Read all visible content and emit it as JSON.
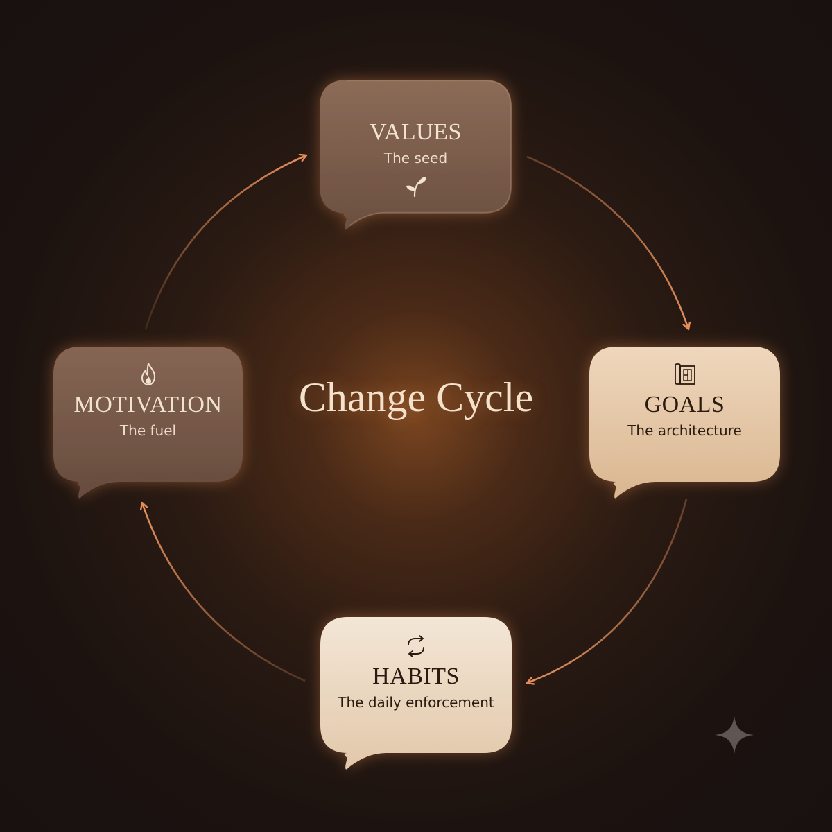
{
  "title": "Change Cycle",
  "nodes": {
    "values": {
      "title": "VALUES",
      "subtitle": "The seed",
      "icon": "sprout-icon"
    },
    "goals": {
      "title": "GOALS",
      "subtitle": "The architecture",
      "icon": "blueprint-icon"
    },
    "habits": {
      "title": "HABITS",
      "subtitle": "The daily enforcement",
      "icon": "repeat-icon"
    },
    "motivation": {
      "title": "MOTIVATION",
      "subtitle": "The fuel",
      "icon": "flame-icon"
    }
  },
  "colors": {
    "arrow": "#e0895a",
    "values_fill": "#7b5d4c",
    "goals_fill": "#e0c2a0",
    "habits_fill": "#ecdac4",
    "motivation_fill": "#77594a",
    "light_text": "#f2e3d1",
    "dark_text": "#2b1a10"
  }
}
